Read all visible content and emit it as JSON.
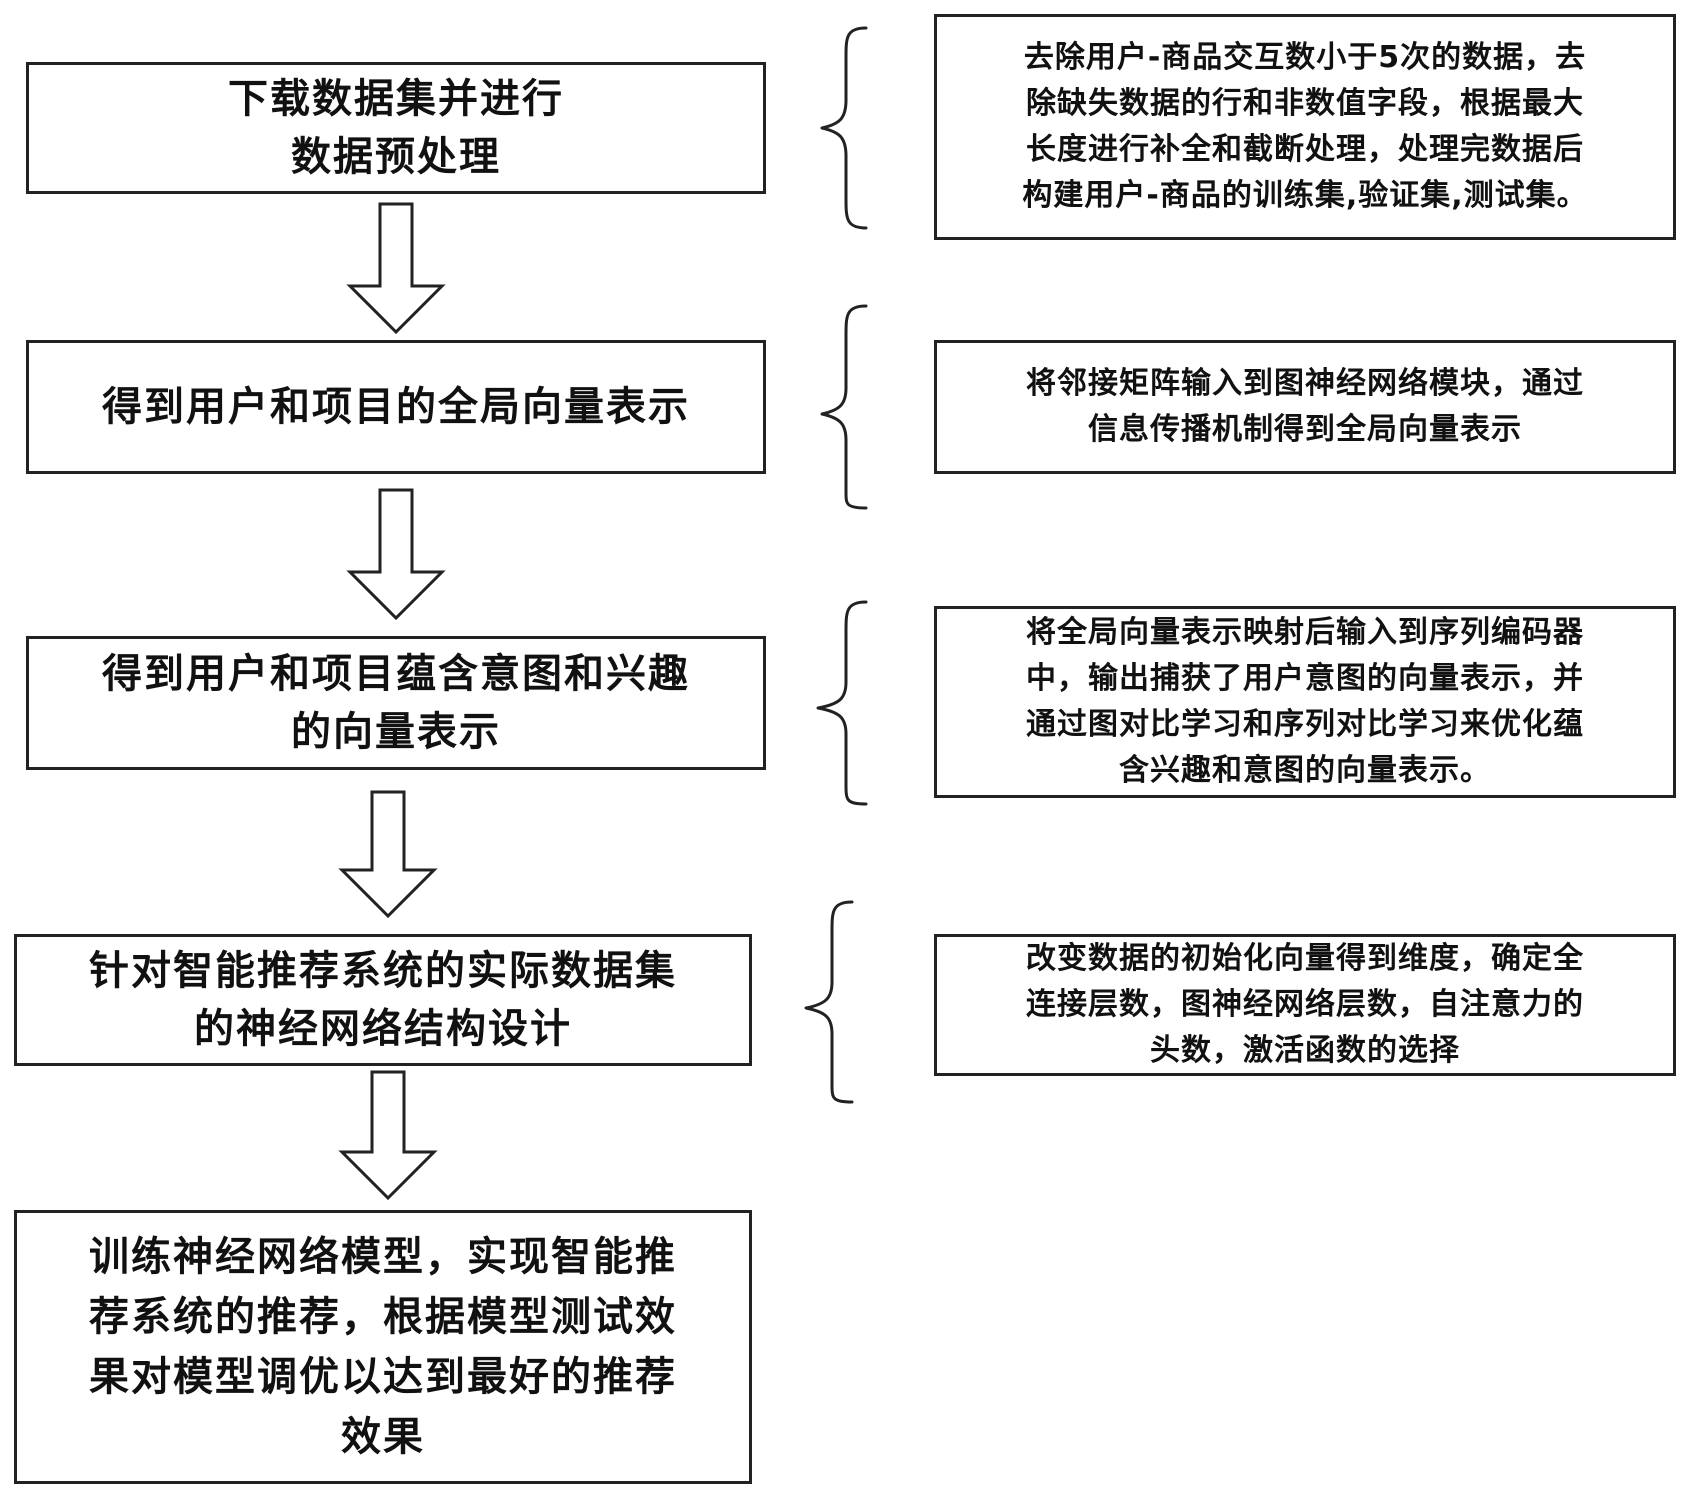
{
  "steps": [
    {
      "text": "下载数据集并进行\n数据预处理"
    },
    {
      "text": "得到用户和项目的全局向量表示"
    },
    {
      "text": "得到用户和项目蕴含意图和兴趣\n的向量表示"
    },
    {
      "text": "针对智能推荐系统的实际数据集\n的神经网络结构设计"
    },
    {
      "text": "训练神经网络模型，实现智能推\n荐系统的推荐，根据模型测试效\n果对模型调优以达到最好的推荐\n效果"
    }
  ],
  "notes": [
    {
      "text": "去除用户-商品交互数小于5次的数据，去\n除缺失数据的行和非数值字段，根据最大\n长度进行补全和截断处理，处理完数据后\n构建用户-商品的训练集,验证集,测试集。"
    },
    {
      "text": "将邻接矩阵输入到图神经网络模块，通过\n信息传播机制得到全局向量表示"
    },
    {
      "text": "将全局向量表示映射后输入到序列编码器\n中，输出捕获了用户意图的向量表示，并\n通过图对比学习和序列对比学习来优化蕴\n含兴趣和意图的向量表示。"
    },
    {
      "text": "改变数据的初始化向量得到维度，确定全\n连接层数，图神经网络层数，自注意力的\n头数，激活函数的选择"
    }
  ]
}
